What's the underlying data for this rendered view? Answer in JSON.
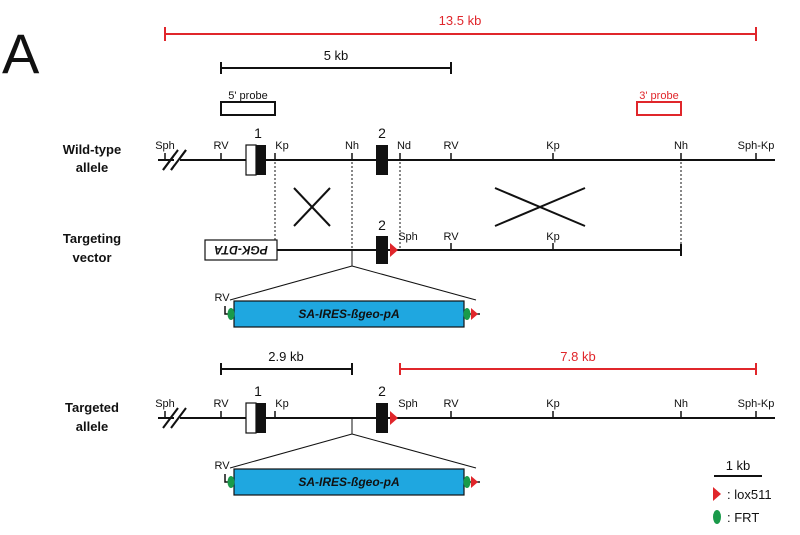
{
  "panel_label": "A",
  "colors": {
    "red": "#e0262b",
    "black": "#111111",
    "cassette_fill": "#1fa7e0",
    "frt_green": "#1a9a4a"
  },
  "scale_13_5": "13.5 kb",
  "scale_5": "5 kb",
  "scale_2_9": "2.9 kb",
  "scale_7_8": "7.8 kb",
  "probe_5": "5' probe",
  "probe_3": "3' probe",
  "wt_title": [
    "Wild-type",
    "allele"
  ],
  "tv_title": [
    "Targeting",
    "vector"
  ],
  "ta_title": [
    "Targeted",
    "allele"
  ],
  "exon_1": "1",
  "exon_2": "2",
  "wt_sites": [
    "Sph",
    "RV",
    "Kp",
    "Nh",
    "Nd",
    "RV",
    "Kp",
    "Nh",
    "Sph-Kp"
  ],
  "tv_sites": [
    "Sph",
    "RV",
    "Kp"
  ],
  "ta_sites": [
    "Sph",
    "RV",
    "Kp",
    "Sph",
    "RV",
    "Kp",
    "Nh",
    "Sph-Kp"
  ],
  "pgk_dta": "PGK-DTA",
  "cassette_label": "SA-IRES-ßgeo-pA",
  "cassette_rv": "RV",
  "legend": {
    "scale": "1 kb",
    "lox": ": lox511",
    "frt": ": FRT"
  }
}
